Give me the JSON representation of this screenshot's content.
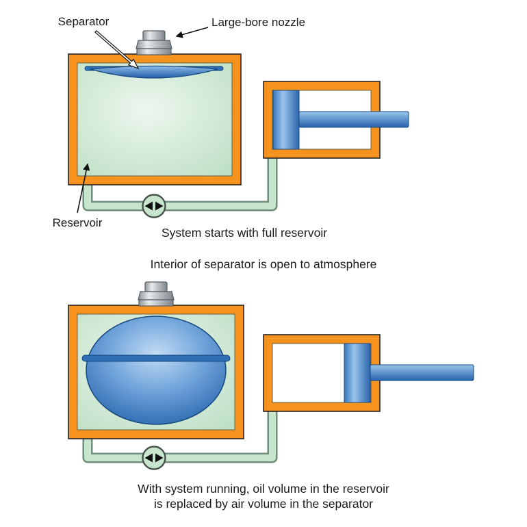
{
  "page": {
    "background": "#FFFFFF"
  },
  "top_diagram": {
    "labels": {
      "separator": "Separator",
      "large_bore_nozzle": "Large-bore nozzle",
      "reservoir": "Reservoir"
    },
    "caption": "System starts with full reservoir"
  },
  "middle_caption": "Interior of separator is open to atmosphere",
  "bottom_diagram": {
    "caption_line1": "With system running, oil volume in the reservoir",
    "caption_line2": "is replaced by air volume in the separator"
  },
  "icons": {
    "pump": "pump-circulation-icon",
    "separator_arrow": "arrow-pointer-icon",
    "nozzle_arrow": "arrow-pointer-icon",
    "reservoir_arrow": "arrow-pointer-icon"
  },
  "colors": {
    "frame_orange": "#F6921E",
    "fluid_green": "#C8E6CD",
    "fluid_green_highlight": "#EDF7EE",
    "pipe_outline_green": "#6F8F7C",
    "separator_blue_dark": "#1D5CA6",
    "separator_blue_mid": "#2E6EB4",
    "separator_blue_light": "#A9CDEF",
    "metal_gray": "#C4C9CC",
    "cylinder_bore_white": "#FFFFFF",
    "outline_dark": "#262626",
    "text": "#1A1A1A"
  }
}
